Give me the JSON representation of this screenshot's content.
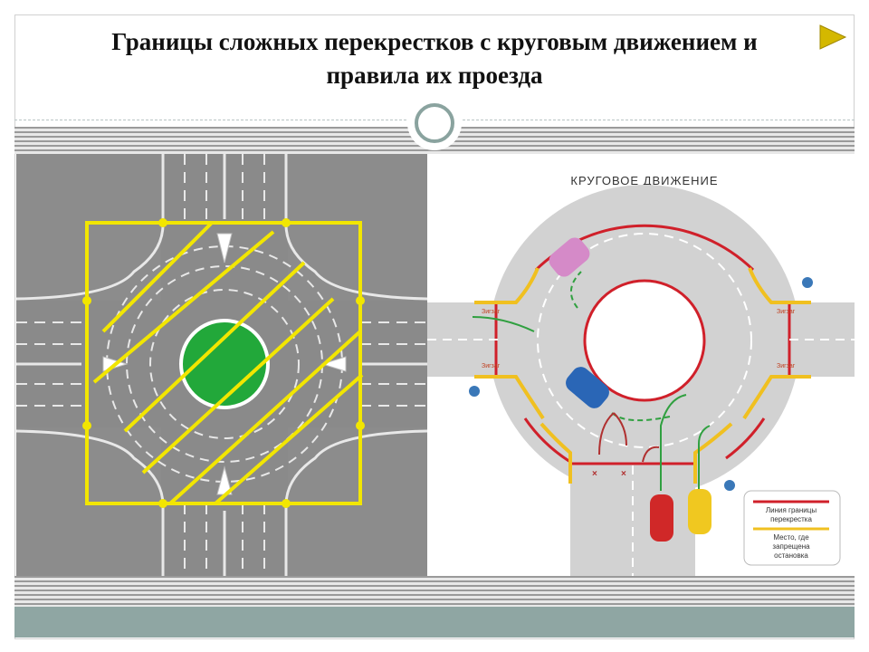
{
  "slide": {
    "title_line1": "Границы сложных перекрестков с круговым движением и",
    "title_line2": "правила их проезда"
  },
  "right_diagram": {
    "heading": "КРУГОВОЕ ДВИЖЕНИЕ",
    "legend": {
      "border_line_label": [
        "Линия границы",
        "перекрестка"
      ],
      "no_stop_label": [
        "Место, где",
        "запрещена",
        "остановка"
      ],
      "border_line_color": "#d0202a",
      "no_stop_color": "#f0c020"
    },
    "road_mark_text": "Зигзаг"
  },
  "colors": {
    "road": "#8c8c8c",
    "boundary": "#f2e600",
    "island": "#22a83a",
    "accent": "#8fa6a3"
  },
  "icons": {
    "next_slide": "next-arrow-icon",
    "decor": "circle-badge-icon"
  }
}
